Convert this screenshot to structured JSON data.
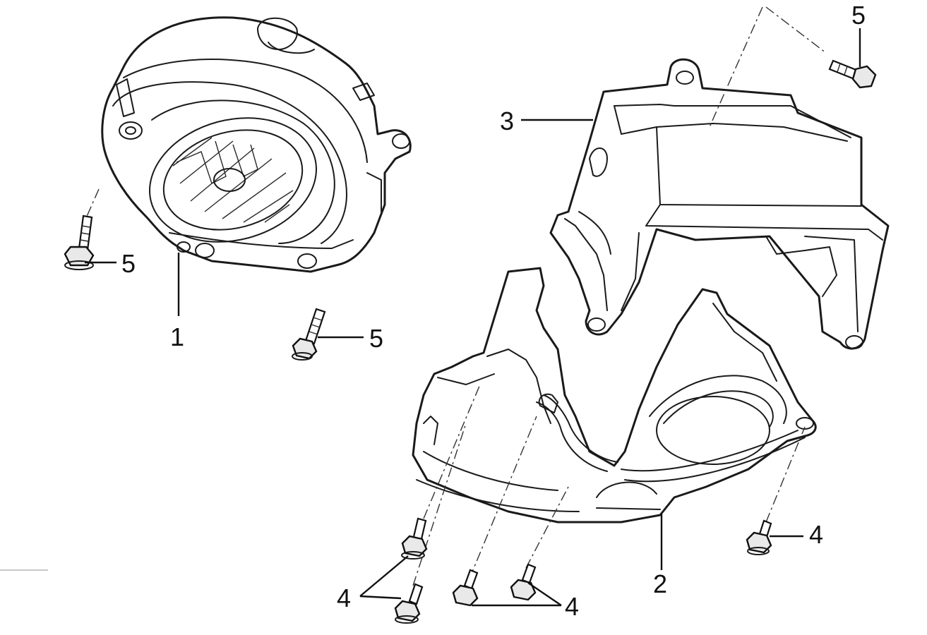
{
  "diagram": {
    "callouts": {
      "fan_cover": "1",
      "lower_shroud": "2",
      "upper_shroud": "3",
      "bolt_4_pair_left": "4",
      "bolt_4_pair_right": "4",
      "bolt_4_single": "4",
      "bolt_5_top_right": "5",
      "bolt_5_left": "5",
      "bolt_5_middle": "5"
    }
  }
}
